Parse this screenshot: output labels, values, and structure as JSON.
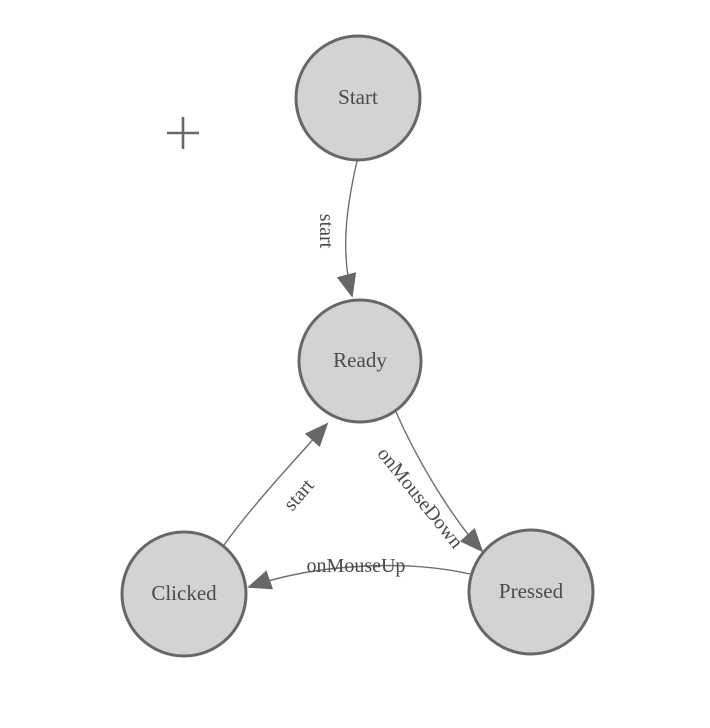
{
  "diagram": {
    "kind": "state-machine-diagram",
    "colors": {
      "background": "#ffffff",
      "node_fill": "#d3d3d3",
      "node_stroke": "#676767",
      "edge_line": "#6e6e6e",
      "arrowhead": "#676767",
      "text": "#4a4a4a",
      "plus_icon": "#686868"
    },
    "nodes": [
      {
        "id": "start",
        "label": "Start"
      },
      {
        "id": "ready",
        "label": "Ready"
      },
      {
        "id": "clicked",
        "label": "Clicked"
      },
      {
        "id": "pressed",
        "label": "Pressed"
      }
    ],
    "edges": [
      {
        "from": "start",
        "to": "ready",
        "label": "start"
      },
      {
        "from": "clicked",
        "to": "ready",
        "label": "start"
      },
      {
        "from": "ready",
        "to": "pressed",
        "label": "onMouseDown"
      },
      {
        "from": "pressed",
        "to": "clicked",
        "label": "onMouseUp"
      }
    ],
    "icons": [
      {
        "name": "plus-cursor-icon"
      }
    ]
  }
}
